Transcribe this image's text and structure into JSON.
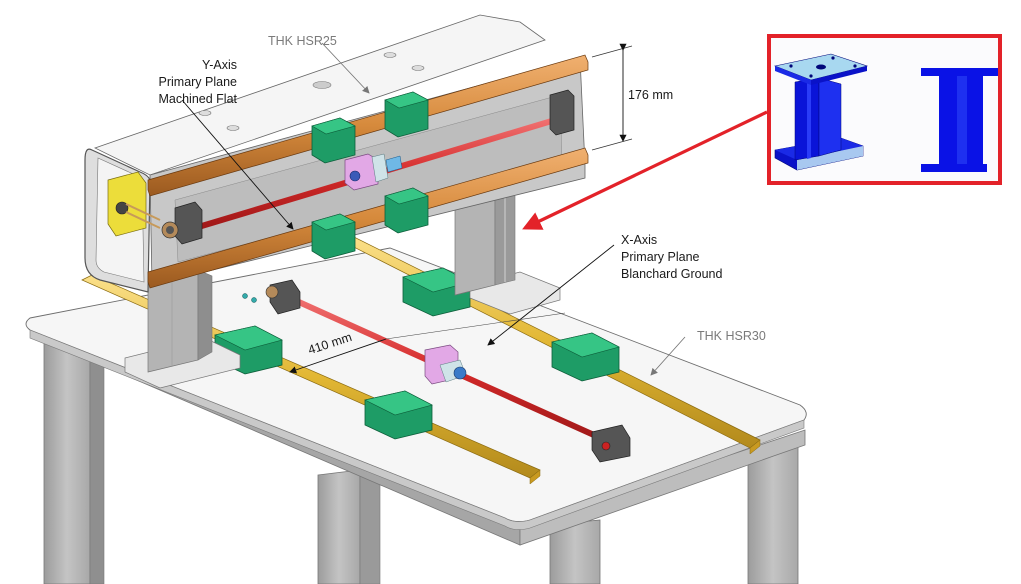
{
  "figure": {
    "title": "Linear stage assembly with THK rails",
    "colors": {
      "callout_red": "#e32229",
      "rail_upper": "#d98a3a",
      "rail_lower": "#e6bf3a",
      "carriage_green": "#1fa06a",
      "ballscrew_red": "#e0383a",
      "pedestal_blue": "#0a12e6",
      "pedestal_top": "#a8d8f0",
      "frame_gray": "#b9b9b9",
      "table_top": "#f4f4f4"
    }
  },
  "labels": {
    "y_axis": {
      "line1": "Y-Axis",
      "line2": "Primary Plane",
      "line3": "Machined Flat"
    },
    "x_axis": {
      "line1": "X-Axis",
      "line2": "Primary Plane",
      "line3": "Blanchard Ground"
    },
    "rail_upper": "THK HSR25",
    "rail_lower": "THK HSR30",
    "dimension_height": "176 mm",
    "dimension_width": "410 mm"
  },
  "inset": {
    "caption": "",
    "items": [
      {
        "name": "pedestal-isometric",
        "view": "isometric"
      },
      {
        "name": "pedestal-side",
        "view": "side"
      }
    ]
  }
}
